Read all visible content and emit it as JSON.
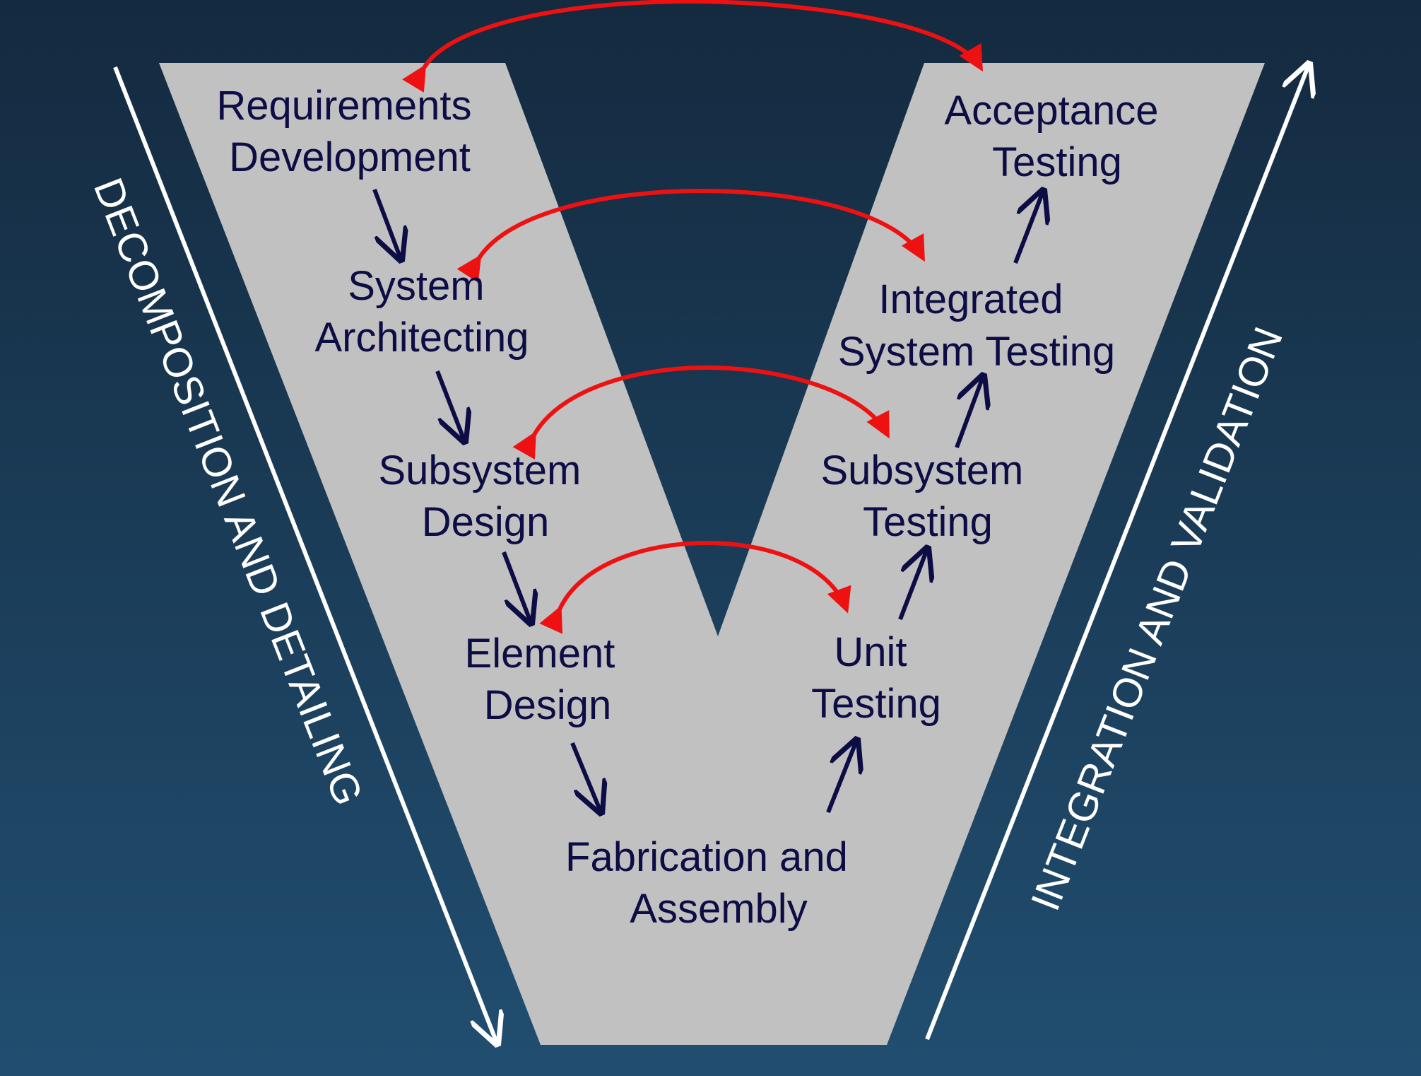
{
  "colors": {
    "background_top": "#142a3f",
    "background_bottom": "#214e70",
    "v_shape": "#c1c1c1",
    "stage_text": "#0d0d45",
    "trace_arrow": "#ee1111",
    "side_arrow": "#ffffff"
  },
  "left_side_label": "DECOMPOSITION AND DETAILING",
  "right_side_label": "INTEGRATION AND VALIDATION",
  "stages": {
    "requirements_development": {
      "lines": [
        "Requirements",
        "Development"
      ]
    },
    "system_architecting": {
      "lines": [
        "System",
        "Architecting"
      ]
    },
    "subsystem_design": {
      "lines": [
        "Subsystem",
        "Design"
      ]
    },
    "element_design": {
      "lines": [
        "Element",
        "Design"
      ]
    },
    "fabrication_and_assembly": {
      "lines": [
        "Fabrication and",
        "Assembly"
      ]
    },
    "unit_testing": {
      "lines": [
        "Unit",
        "Testing"
      ]
    },
    "subsystem_testing": {
      "lines": [
        "Subsystem",
        "Testing"
      ]
    },
    "integrated_system_testing": {
      "lines": [
        "Integrated",
        "System Testing"
      ]
    },
    "acceptance_testing": {
      "lines": [
        "Acceptance",
        "Testing"
      ]
    }
  }
}
